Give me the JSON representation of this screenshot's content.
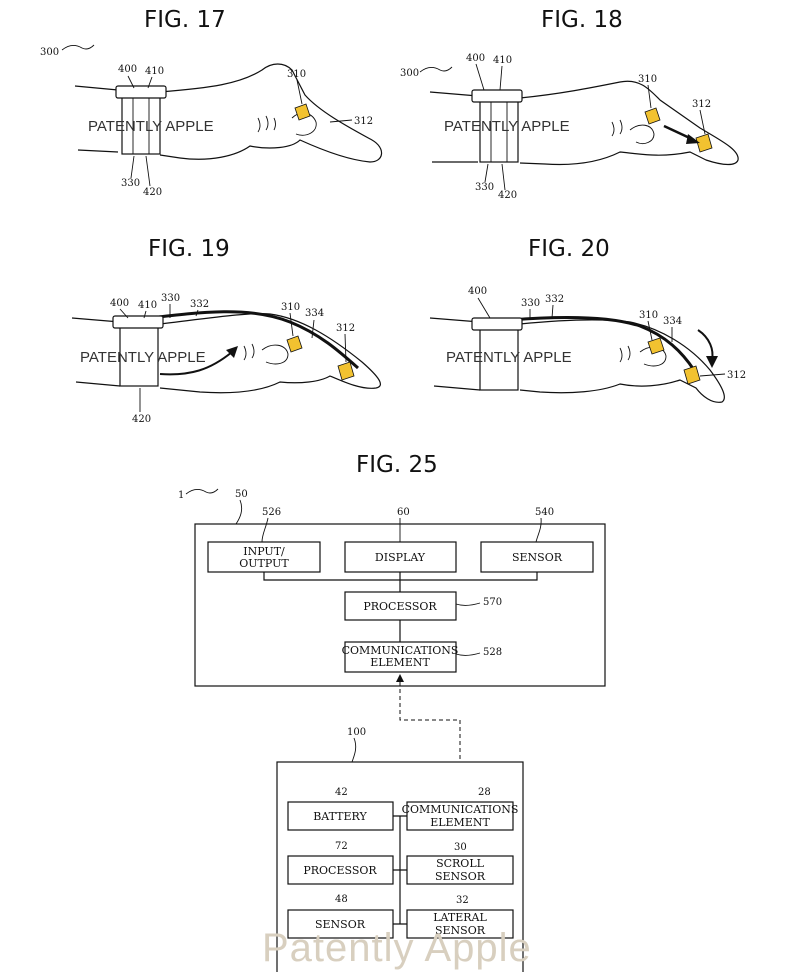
{
  "figures": {
    "fig17": {
      "title": "FIG. 17",
      "refs": {
        "r300": "300",
        "r400": "400",
        "r410": "410",
        "r310": "310",
        "r312": "312",
        "r330": "330",
        "r420": "420"
      },
      "watermark": "PATENTLY APPLE"
    },
    "fig18": {
      "title": "FIG. 18",
      "refs": {
        "r300": "300",
        "r400": "400",
        "r410": "410",
        "r310": "310",
        "r312": "312",
        "r330": "330",
        "r420": "420"
      },
      "watermark": "PATENTLY APPLE"
    },
    "fig19": {
      "title": "FIG. 19",
      "refs": {
        "r400": "400",
        "r410": "410",
        "r330": "330",
        "r332": "332",
        "r310": "310",
        "r334": "334",
        "r312": "312",
        "r420": "420"
      },
      "watermark": "PATENTLY APPLE"
    },
    "fig20": {
      "title": "FIG. 20",
      "refs": {
        "r400": "400",
        "r330": "330",
        "r332": "332",
        "r310": "310",
        "r334": "334",
        "r312": "312"
      },
      "watermark": "PATENTLY APPLE"
    },
    "fig25": {
      "title": "FIG. 25",
      "refs": {
        "r1": "1",
        "r50": "50",
        "r526": "526",
        "r60": "60",
        "r540": "540",
        "r570": "570",
        "r528": "528",
        "r100": "100",
        "r42": "42",
        "r28": "28",
        "r72": "72",
        "r30": "30",
        "r48": "48",
        "r32": "32"
      },
      "device_blocks": {
        "input_output": [
          "INPUT/",
          "OUTPUT"
        ],
        "display": "DISPLAY",
        "sensor": "SENSOR",
        "processor": "PROCESSOR",
        "comms": [
          "COMMUNICATIONS",
          "ELEMENT"
        ]
      },
      "ring_blocks": {
        "battery": "BATTERY",
        "comms": [
          "COMMUNICATIONS",
          "ELEMENT"
        ],
        "processor": "PROCESSOR",
        "scroll": [
          "SCROLL",
          "SENSOR"
        ],
        "sensor": "SENSOR",
        "lateral": [
          "LATERAL",
          "SENSOR"
        ]
      }
    }
  },
  "watermark_footer": "Patently Apple",
  "colors": {
    "ring": "#f2c230",
    "ink": "#111111",
    "watermark": "#d8cfbf"
  }
}
